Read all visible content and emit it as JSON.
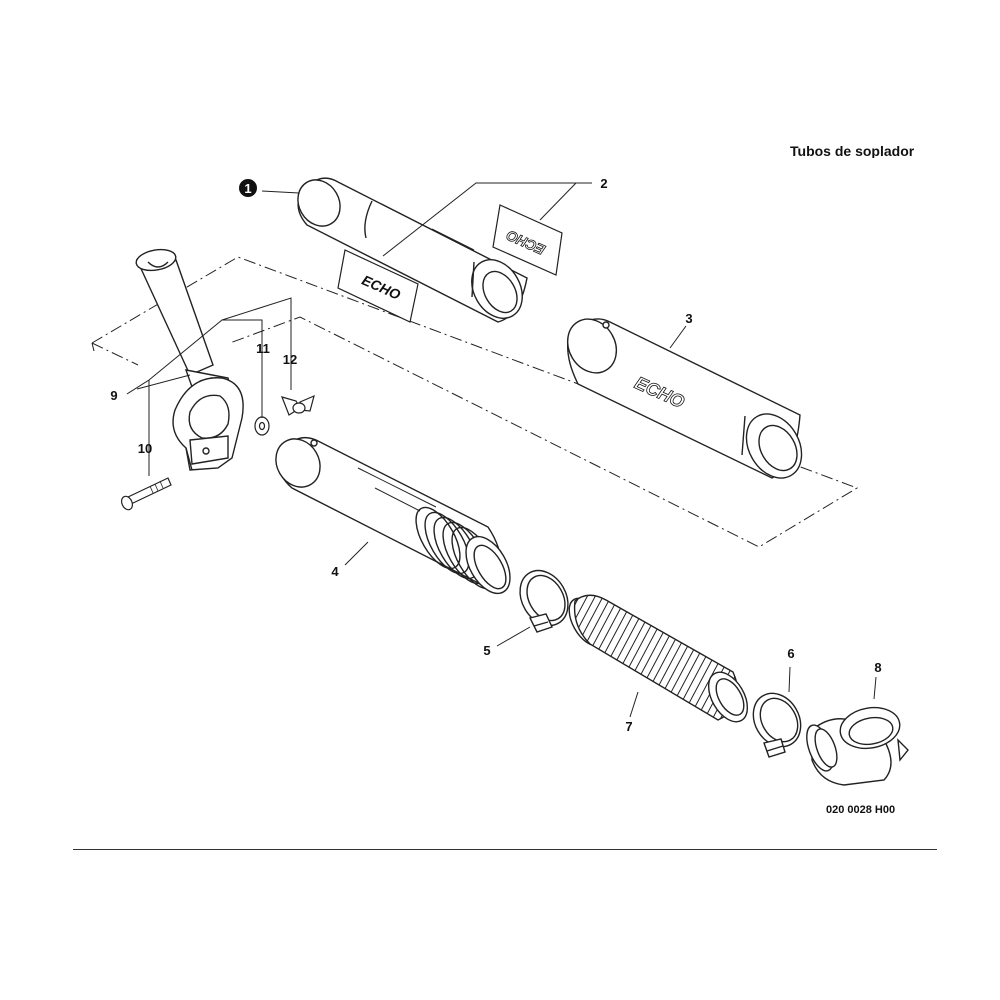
{
  "page_title": "Tubos de soplador",
  "drawing_code": "020 0028 H00",
  "brand_decal": "ECHO",
  "callouts": {
    "c1": "1",
    "c2": "2",
    "c3": "3",
    "c4": "4",
    "c5": "5",
    "c6": "6",
    "c7": "7",
    "c8": "8",
    "c9": "9",
    "c10": "10",
    "c11": "11",
    "c12": "12"
  }
}
